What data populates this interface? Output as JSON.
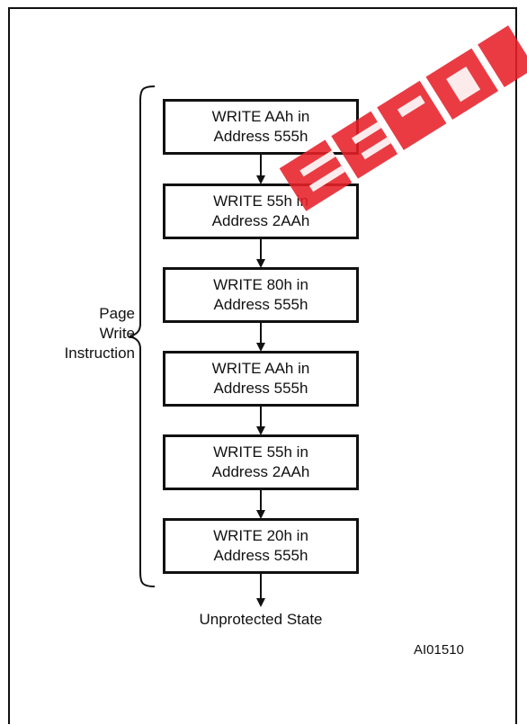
{
  "steps": [
    {
      "line1": "WRITE AAh in",
      "line2": "Address 555h"
    },
    {
      "line1": "WRITE 55h in",
      "line2": "Address 2AAh"
    },
    {
      "line1": "WRITE 80h in",
      "line2": "Address 555h"
    },
    {
      "line1": "WRITE AAh in",
      "line2": "Address 555h"
    },
    {
      "line1": "WRITE 55h in",
      "line2": "Address 2AAh"
    },
    {
      "line1": "WRITE 20h in",
      "line2": "Address 555h"
    }
  ],
  "brace_label": {
    "line1": "Page",
    "line2": "Write",
    "line3": "Instruction"
  },
  "end_state": "Unprotected State",
  "figure_code": "AI01510",
  "watermark_color": "#e8202a"
}
